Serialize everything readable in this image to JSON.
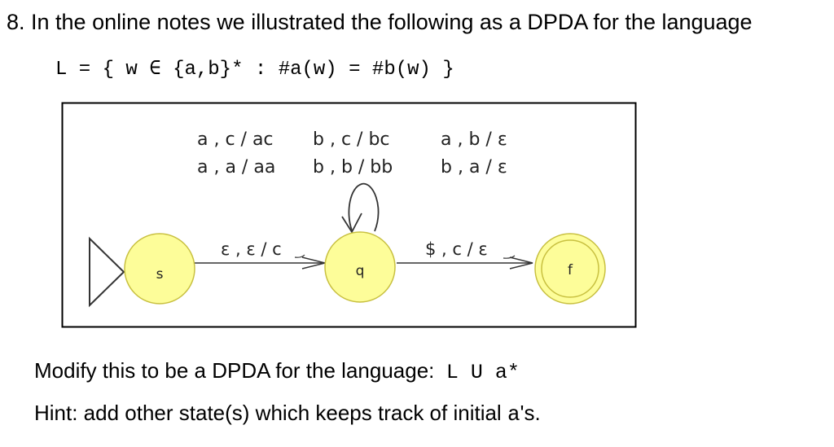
{
  "question": {
    "text": "8. In the online notes we illustrated the following as a DPDA for the language"
  },
  "language": {
    "text": "L = { w ∈ {a,b}* : #a(w) = #b(w) }"
  },
  "diagram": {
    "states": {
      "s": "s",
      "q": "q",
      "f": "f"
    },
    "self_loop_labels": [
      "a , c / ac",
      "a , a / aa",
      "b , c / bc",
      "b , b / bb",
      "a , b / ε",
      "b , a / ε"
    ],
    "edge_s_q": "ε , ε / c",
    "edge_q_f": "$ , c / ε"
  },
  "modify": {
    "prefix": "Modify this to be a DPDA for the language:  ",
    "language": "L U a*"
  },
  "hint": {
    "prefix": "Hint: add other state(s) which keeps track of initial ",
    "letter": "a",
    "suffix": "'s."
  },
  "colors": {
    "state_fill": "#fdfd99",
    "state_stroke": "#c8c040",
    "line": "#333333",
    "frame": "#000000"
  }
}
